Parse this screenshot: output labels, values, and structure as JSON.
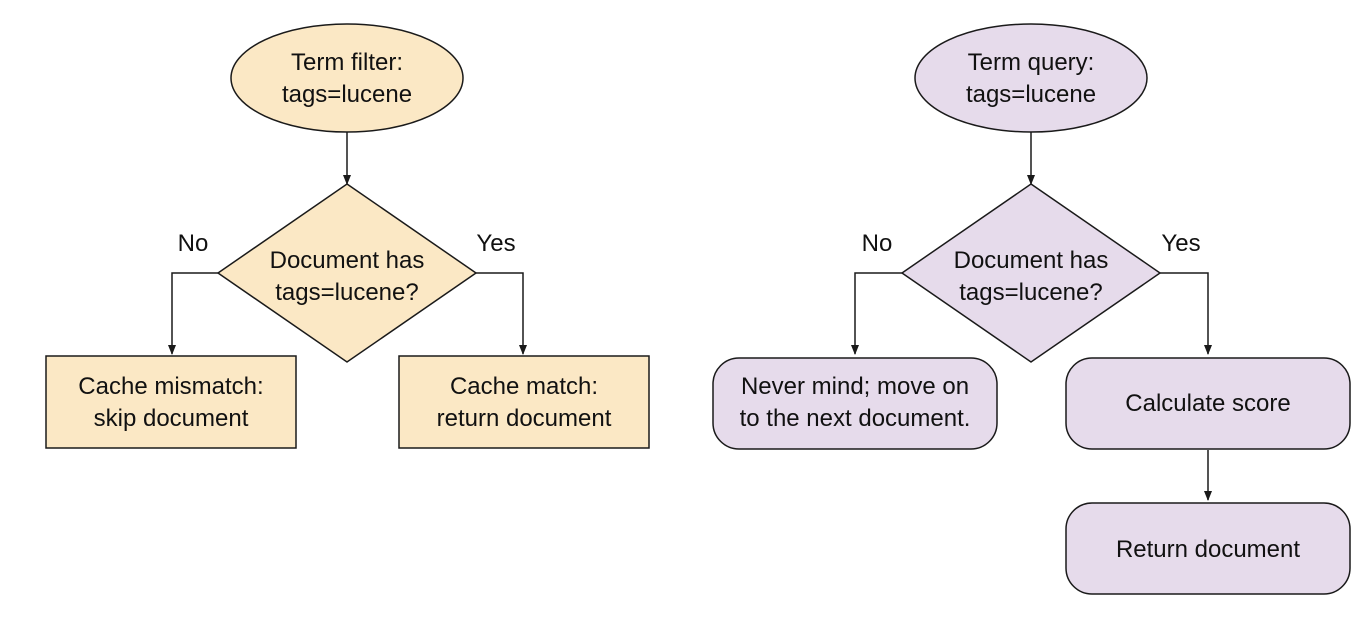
{
  "colors": {
    "filter_fill": "#fbe8c5",
    "query_fill": "#e6dbeb",
    "stroke": "#1a1a1a",
    "text": "#111111"
  },
  "filter": {
    "start_line1": "Term filter:",
    "start_line2": "tags=lucene",
    "decision_line1": "Document has",
    "decision_line2": "tags=lucene?",
    "no_label": "No",
    "yes_label": "Yes",
    "mismatch_line1": "Cache mismatch:",
    "mismatch_line2": "skip document",
    "match_line1": "Cache match:",
    "match_line2": "return document"
  },
  "query": {
    "start_line1": "Term query:",
    "start_line2": "tags=lucene",
    "decision_line1": "Document has",
    "decision_line2": "tags=lucene?",
    "no_label": "No",
    "yes_label": "Yes",
    "nevermind_line1": "Never mind; move on",
    "nevermind_line2": "to the next document.",
    "score_label": "Calculate score",
    "return_label": "Return document"
  }
}
